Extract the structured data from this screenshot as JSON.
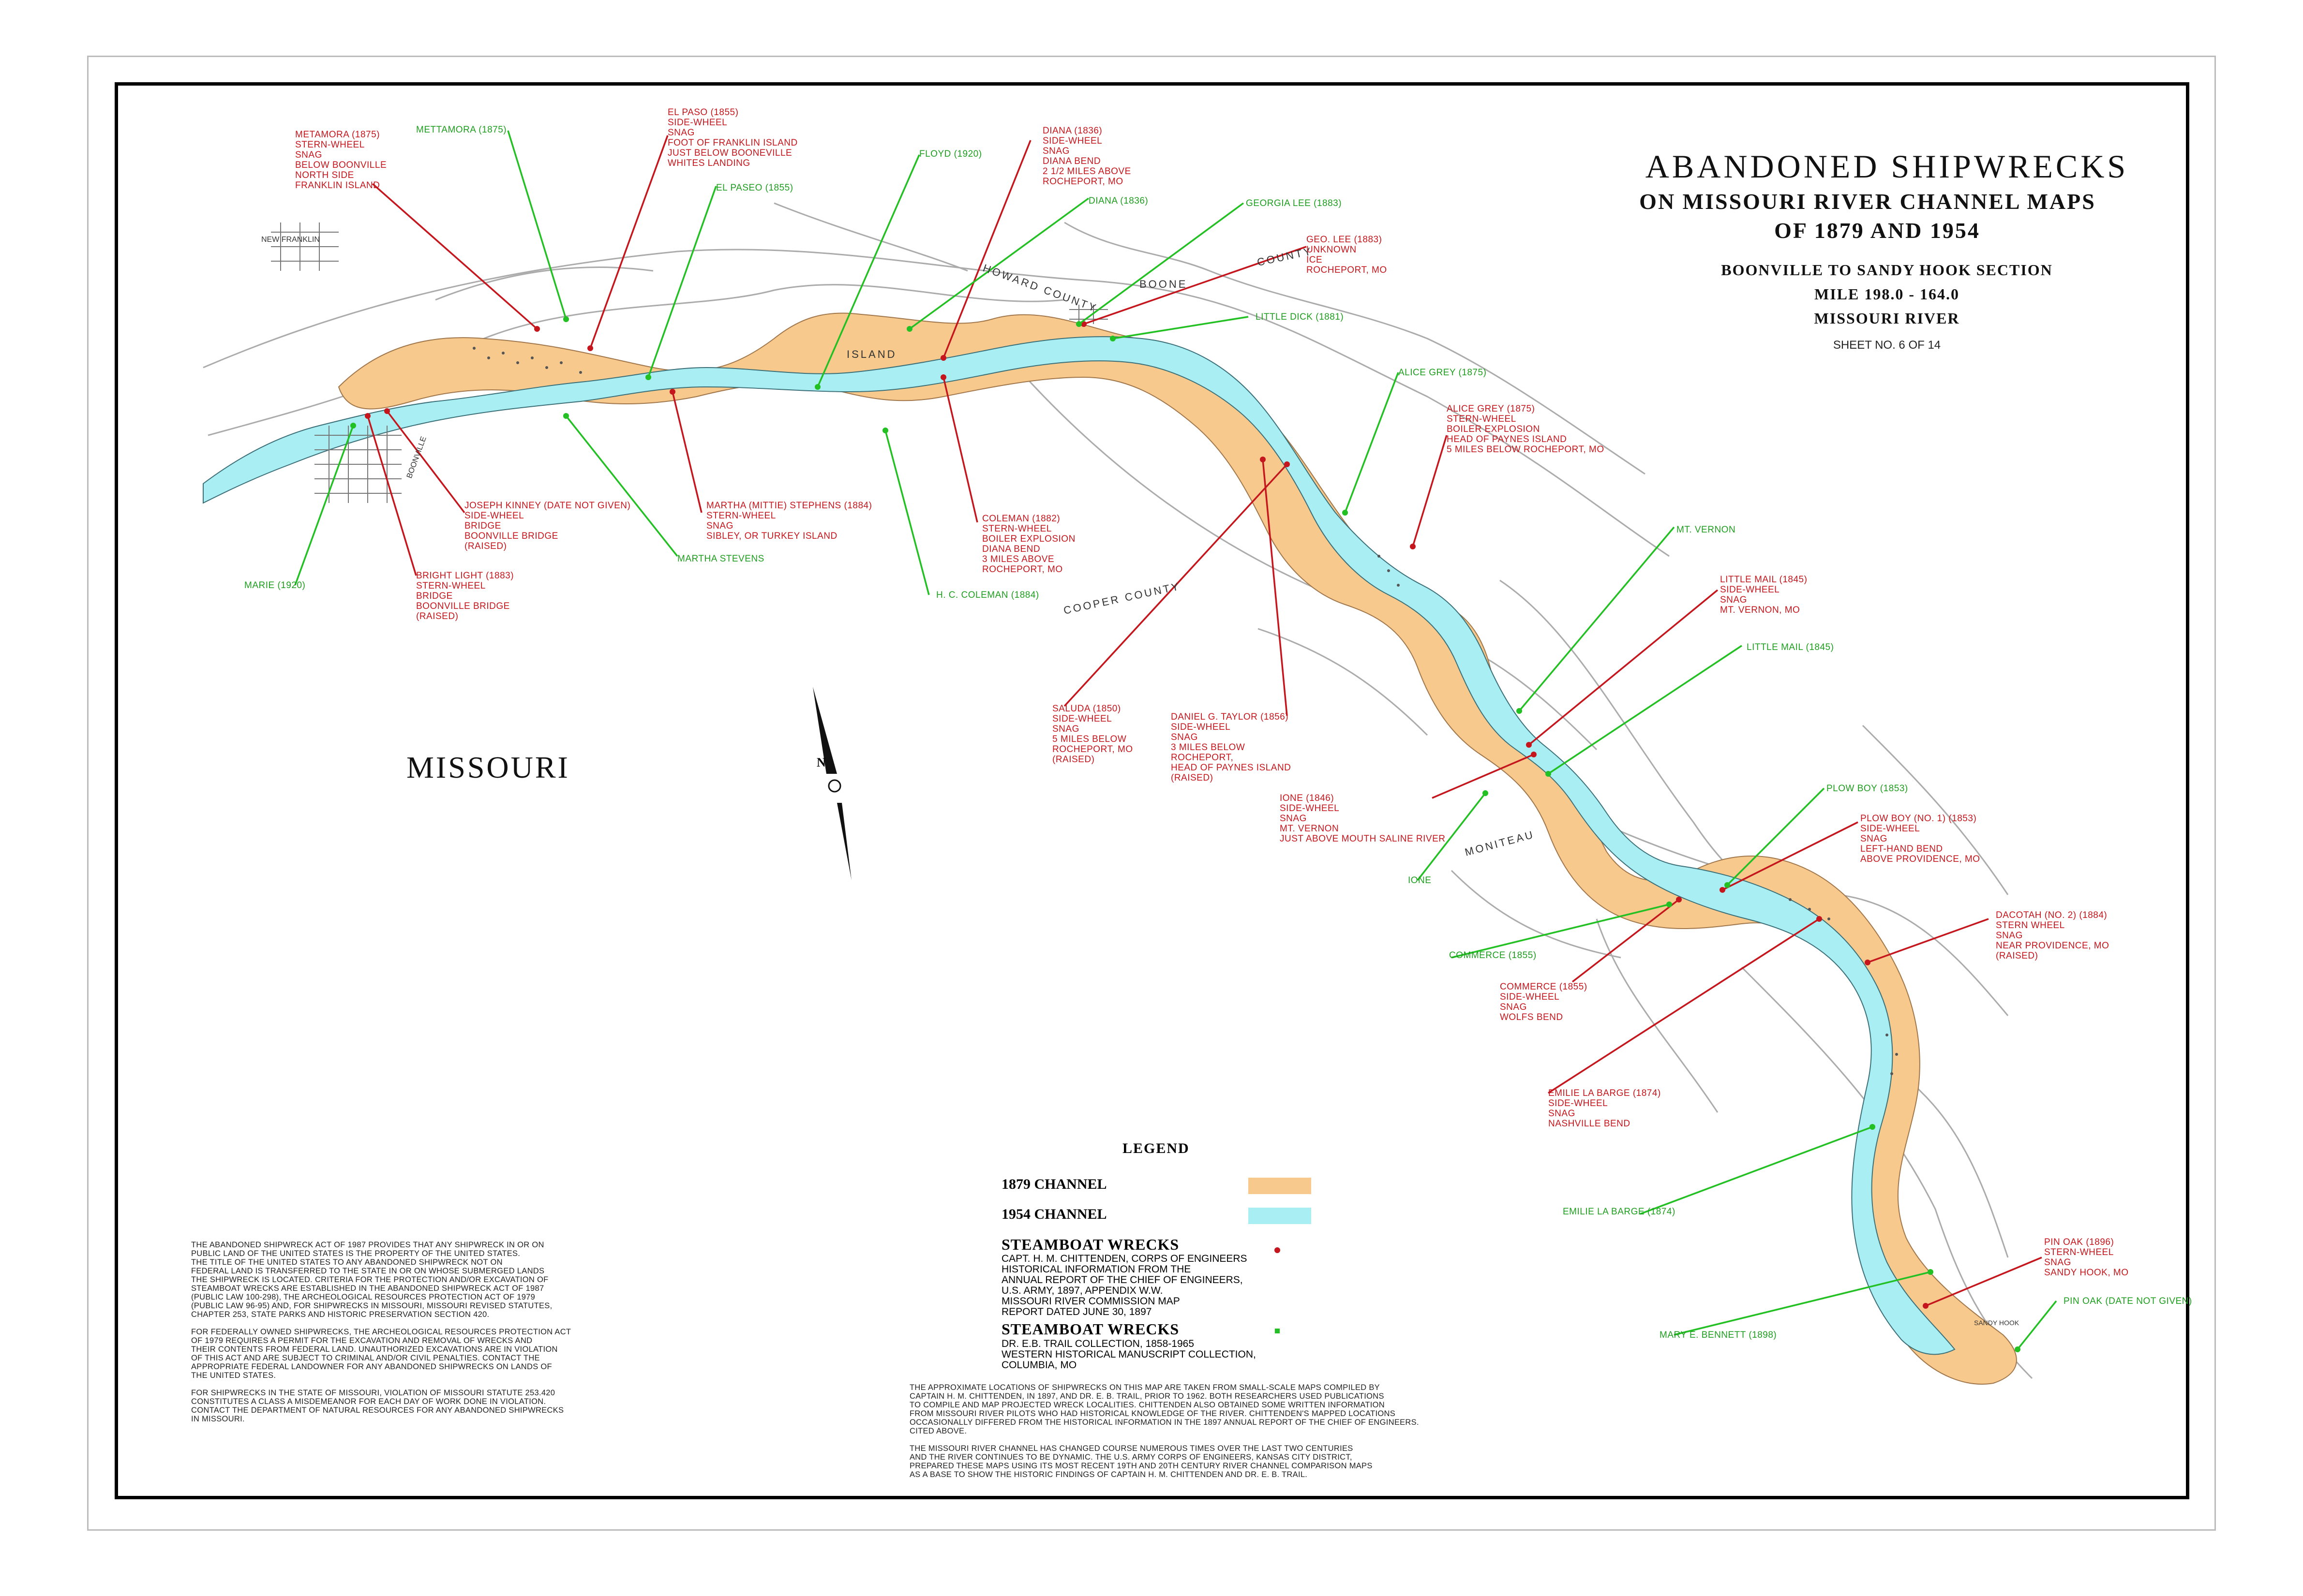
{
  "title": {
    "line1": "ABANDONED SHIPWRECKS",
    "line2": "ON MISSOURI RIVER CHANNEL MAPS",
    "line3": "OF 1879 AND 1954",
    "section": "BOONVILLE TO SANDY HOOK SECTION",
    "mile": "MILE 198.0 - 164.0",
    "river": "MISSOURI RIVER",
    "sheet": "SHEET NO. 6 OF 14"
  },
  "state_label": "MISSOURI",
  "compass_label": "N",
  "colors": {
    "channel_1879": "#f7c98d",
    "channel_1954": "#a9eef2",
    "red_wreck": "#c4161c",
    "green_wreck": "#1e9e1e"
  },
  "place_labels": {
    "howard_county": "HOWARD COUNTY",
    "cooper_county": "COOPER COUNTY",
    "boone": "BOONE",
    "county": "COUNTY",
    "moniteau": "MONITEAU",
    "new_franklin": "NEW FRANKLIN",
    "boonville": "BOONVILLE",
    "sandy_hook": "SANDY HOOK",
    "island": "ISLAND"
  },
  "red_labels": [
    {
      "id": "metamora",
      "text": "METAMORA (1875)\nSTERN-WHEEL\nSNAG\nBELOW BOONVILLE\nNORTH SIDE\nFRANKLIN ISLAND"
    },
    {
      "id": "el-paso",
      "text": "EL PASO (1855)\nSIDE-WHEEL\nSNAG\nFOOT OF FRANKLIN ISLAND\nJUST BELOW BOONEVILLE\nWHITES LANDING"
    },
    {
      "id": "diana",
      "text": "DIANA (1836)\nSIDE-WHEEL\nSNAG\nDIANA BEND\n2 1/2 MILES ABOVE\nROCHEPORT, MO"
    },
    {
      "id": "geo-lee",
      "text": "GEO. LEE (1883)\nUNKNOWN\nICE\nROCHEPORT, MO"
    },
    {
      "id": "alice-grey",
      "text": "ALICE GREY (1875)\nSTERN-WHEEL\nBOILER EXPLOSION\nHEAD OF PAYNES ISLAND\n5 MILES BELOW ROCHEPORT, MO"
    },
    {
      "id": "joseph-kinney",
      "text": "JOSEPH KINNEY (DATE NOT GIVEN)\nSIDE-WHEEL\nBRIDGE\nBOONVILLE BRIDGE\n(RAISED)"
    },
    {
      "id": "bright-light",
      "text": "BRIGHT LIGHT (1883)\nSTERN-WHEEL\nBRIDGE\nBOONVILLE BRIDGE\n(RAISED)"
    },
    {
      "id": "martha-stephens",
      "text": "MARTHA (MITTIE) STEPHENS (1884)\nSTERN-WHEEL\nSNAG\nSIBLEY, OR TURKEY ISLAND"
    },
    {
      "id": "coleman",
      "text": "COLEMAN (1882)\nSTERN-WHEEL\nBOILER EXPLOSION\nDIANA BEND\n3 MILES ABOVE\nROCHEPORT, MO"
    },
    {
      "id": "little-mail",
      "text": "LITTLE MAIL (1845)\nSIDE-WHEEL\nSNAG\nMT. VERNON, MO"
    },
    {
      "id": "saluda",
      "text": "SALUDA (1850)\nSIDE-WHEEL\nSNAG\n5 MILES BELOW\nROCHEPORT, MO\n(RAISED)"
    },
    {
      "id": "daniel-taylor",
      "text": "DANIEL G. TAYLOR (1856)\nSIDE-WHEEL\nSNAG\n3 MILES BELOW\nROCHEPORT,\nHEAD OF PAYNES ISLAND\n(RAISED)"
    },
    {
      "id": "ione",
      "text": "IONE (1846)\nSIDE-WHEEL\nSNAG\nMT. VERNON\nJUST ABOVE MOUTH SALINE RIVER"
    },
    {
      "id": "plow-boy",
      "text": "PLOW BOY (NO. 1) (1853)\nSIDE-WHEEL\nSNAG\nLEFT-HAND BEND\nABOVE PROVIDENCE, MO"
    },
    {
      "id": "dacotah",
      "text": "DACOTAH (NO. 2) (1884)\nSTERN WHEEL\nSNAG\nNEAR PROVIDENCE, MO\n(RAISED)"
    },
    {
      "id": "commerce",
      "text": "COMMERCE (1855)\nSIDE-WHEEL\nSNAG\nWOLFS BEND"
    },
    {
      "id": "emilie",
      "text": "EMILIE LA BARGE (1874)\nSIDE-WHEEL\nSNAG\nNASHVILLE BEND"
    },
    {
      "id": "pin-oak",
      "text": "PIN OAK (1896)\nSTERN-WHEEL\nSNAG\nSANDY HOOK, MO"
    }
  ],
  "green_labels": [
    {
      "id": "mettamora",
      "text": "METTAMORA (1875)"
    },
    {
      "id": "el-paseo",
      "text": "EL PASEO (1855)"
    },
    {
      "id": "floyd",
      "text": "FLOYD (1920)"
    },
    {
      "id": "diana-g",
      "text": "DIANA (1836)"
    },
    {
      "id": "georgia-lee",
      "text": "GEORGIA LEE (1883)"
    },
    {
      "id": "little-dick",
      "text": "LITTLE DICK (1881)"
    },
    {
      "id": "alice-grey-g",
      "text": "ALICE GREY (1875)"
    },
    {
      "id": "martha-stevens",
      "text": "MARTHA STEVENS"
    },
    {
      "id": "marie",
      "text": "MARIE (1920)"
    },
    {
      "id": "hc-coleman",
      "text": "H. C. COLEMAN (1884)"
    },
    {
      "id": "mt-vernon",
      "text": "MT. VERNON"
    },
    {
      "id": "little-mail-g",
      "text": "LITTLE MAIL (1845)"
    },
    {
      "id": "plow-boy-g",
      "text": "PLOW BOY (1853)"
    },
    {
      "id": "ione-g",
      "text": "IONE"
    },
    {
      "id": "commerce-g",
      "text": "COMMERCE (1855)"
    },
    {
      "id": "emilie-g",
      "text": "EMILIE LA BARGE (1874)"
    },
    {
      "id": "mary-bennett",
      "text": "MARY E. BENNETT (1898)"
    },
    {
      "id": "pin-oak-g",
      "text": "PIN OAK (DATE NOT GIVEN)"
    }
  ],
  "legend": {
    "title": "LEGEND",
    "channel_1879": "1879 CHANNEL",
    "channel_1954": "1954 CHANNEL",
    "steamboat1_title": "STEAMBOAT WRECKS",
    "steamboat1_desc": "CAPT. H. M. CHITTENDEN, CORPS OF ENGINEERS\nHISTORICAL INFORMATION FROM THE\nANNUAL REPORT OF THE CHIEF OF ENGINEERS,\nU.S. ARMY, 1897, APPENDIX W.W.\nMISSOURI RIVER COMMISSION MAP\nREPORT DATED JUNE 30, 1897",
    "steamboat2_title": "STEAMBOAT WRECKS",
    "steamboat2_desc": "DR. E.B. TRAIL COLLECTION, 1858-1965\nWESTERN HISTORICAL MANUSCRIPT COLLECTION,\nCOLUMBIA, MO"
  },
  "notes_left": "THE ABANDONED SHIPWRECK ACT OF 1987 PROVIDES THAT ANY SHIPWRECK IN OR ON\nPUBLIC LAND OF THE UNITED STATES IS THE PROPERTY OF THE UNITED STATES.\nTHE TITLE OF THE UNITED STATES TO ANY ABANDONED SHIPWRECK NOT ON\nFEDERAL LAND IS TRANSFERRED TO THE STATE IN OR ON WHOSE SUBMERGED LANDS\nTHE SHIPWRECK IS LOCATED. CRITERIA FOR THE PROTECTION AND/OR EXCAVATION OF\nSTEAMBOAT WRECKS ARE ESTABLISHED IN THE ABANDONED SHIPWRECK ACT OF 1987\n(PUBLIC LAW 100-298), THE ARCHEOLOGICAL RESOURCES PROTECTION ACT OF 1979\n(PUBLIC LAW 96-95) AND, FOR SHIPWRECKS IN MISSOURI, MISSOURI REVISED STATUTES,\nCHAPTER 253, STATE PARKS AND HISTORIC PRESERVATION SECTION 420.\n\nFOR FEDERALLY OWNED SHIPWRECKS, THE ARCHEOLOGICAL RESOURCES PROTECTION ACT\nOF 1979 REQUIRES A PERMIT FOR THE EXCAVATION AND REMOVAL OF WRECKS AND\nTHEIR CONTENTS FROM FEDERAL LAND. UNAUTHORIZED EXCAVATIONS ARE IN VIOLATION\nOF THIS ACT AND ARE SUBJECT TO CRIMINAL AND/OR CIVIL PENALTIES. CONTACT THE\nAPPROPRIATE FEDERAL LANDOWNER FOR ANY ABANDONED SHIPWRECKS ON LANDS OF\nTHE UNITED STATES.\n\nFOR SHIPWRECKS IN THE STATE OF MISSOURI, VIOLATION OF MISSOURI STATUTE 253.420\nCONSTITUTES A CLASS A MISDEMEANOR FOR EACH DAY OF WORK DONE IN VIOLATION.\nCONTACT THE DEPARTMENT OF NATURAL RESOURCES FOR ANY ABANDONED SHIPWRECKS\nIN MISSOURI.",
  "notes_center": "THE APPROXIMATE LOCATIONS OF SHIPWRECKS ON THIS MAP ARE TAKEN FROM SMALL-SCALE MAPS COMPILED BY\nCAPTAIN H. M. CHITTENDEN, IN 1897, AND DR. E. B. TRAIL, PRIOR TO 1962. BOTH RESEARCHERS USED PUBLICATIONS\nTO COMPILE AND MAP PROJECTED WRECK LOCALITIES. CHITTENDEN ALSO OBTAINED SOME WRITTEN INFORMATION\nFROM MISSOURI RIVER PILOTS WHO HAD HISTORICAL KNOWLEDGE OF THE RIVER. CHITTENDEN'S MAPPED LOCATIONS\nOCCASIONALLY DIFFERED FROM THE HISTORICAL INFORMATION IN THE 1897 ANNUAL REPORT OF THE CHIEF OF ENGINEERS.\nCITED ABOVE.\n\nTHE MISSOURI RIVER CHANNEL HAS CHANGED COURSE NUMEROUS TIMES OVER THE LAST TWO CENTURIES\nAND THE RIVER CONTINUES TO BE DYNAMIC. THE U.S. ARMY CORPS OF ENGINEERS, KANSAS CITY DISTRICT,\nPREPARED THESE MAPS USING ITS MOST RECENT 19TH AND 20TH CENTURY RIVER CHANNEL COMPARISON MAPS\nAS A BASE TO SHOW THE HISTORIC FINDINGS OF CAPTAIN H. M. CHITTENDEN AND DR. E. B. TRAIL."
}
